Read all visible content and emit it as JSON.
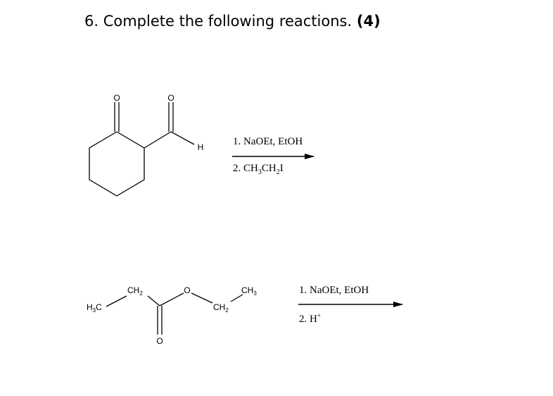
{
  "question": {
    "title": "6. Complete the following reactions.",
    "points": "(4)"
  },
  "reaction1": {
    "atoms": {
      "ketone_o": "O",
      "aldehyde_o": "O",
      "aldehyde_h": "H"
    },
    "conditions": {
      "step1": "1. NaOEt, EtOH",
      "step2_prefix": "2. CH",
      "step2_sub1": "3",
      "step2_mid": "CH",
      "step2_sub2": "2",
      "step2_suffix": "I"
    }
  },
  "reaction2": {
    "atoms": {
      "h3c_h": "H",
      "h3c_sub": "3",
      "h3c_c": "C",
      "ch2_left": "CH",
      "ch2_left_sub": "2",
      "ester_o": "O",
      "carbonyl_o": "O",
      "ch2_right": "CH",
      "ch2_right_sub": "2",
      "ch3_right": "CH",
      "ch3_right_sub": "3"
    },
    "conditions": {
      "step1": "1. NaOEt, EtOH",
      "step2": "2. H",
      "step2_sup": "+"
    }
  }
}
